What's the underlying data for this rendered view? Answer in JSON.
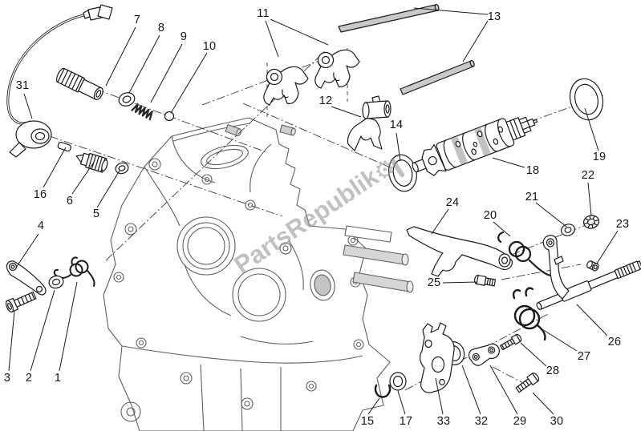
{
  "watermark": {
    "text": "PartsRepublik",
    "gear_glyph": "⚙"
  },
  "callouts": {
    "n1": "1",
    "n2": "2",
    "n3": "3",
    "n4": "4",
    "n5": "5",
    "n6": "6",
    "n7": "7",
    "n8": "8",
    "n9": "9",
    "n10": "10",
    "n11": "11",
    "n12": "12",
    "n13": "13",
    "n14": "14",
    "n15": "15",
    "n16": "16",
    "n17": "17",
    "n18": "18",
    "n19": "19",
    "n20": "20",
    "n21": "21",
    "n22": "22",
    "n23": "23",
    "n24": "24",
    "n25": "25",
    "n26": "26",
    "n27": "27",
    "n28": "28",
    "n29": "29",
    "n30": "30",
    "n31": "31",
    "n32": "32",
    "n33": "33"
  },
  "colors": {
    "line": "#1a1a1a",
    "case_line": "#5f5f5f",
    "shade": "#c9c9c9",
    "watermark": "#8f8f8f"
  }
}
